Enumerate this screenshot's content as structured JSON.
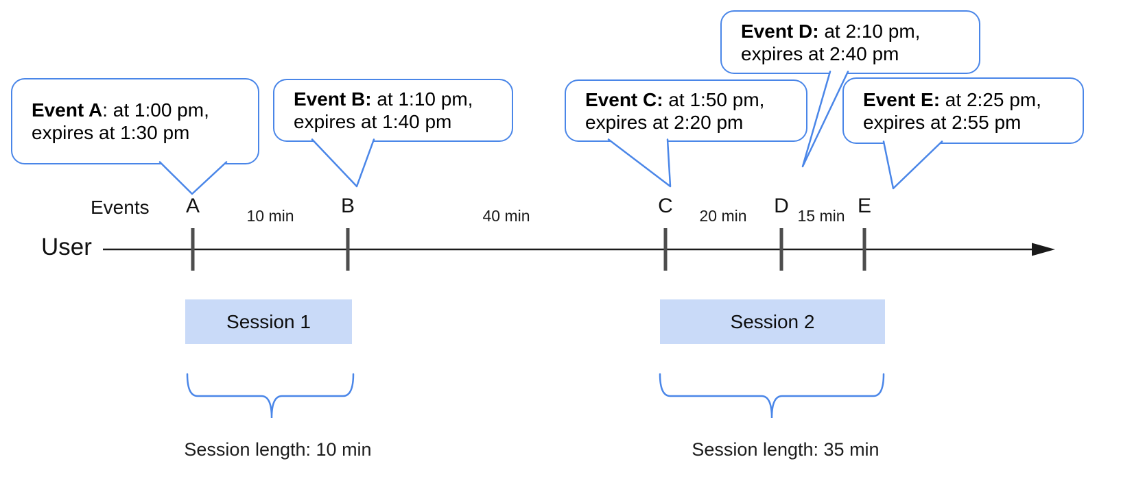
{
  "colors": {
    "blue": "#4a86e8",
    "session_fill": "#c9daf8",
    "tick": "#4d4d4d",
    "axis": "#1a1a1a"
  },
  "axis": {
    "events_label": "Events",
    "user_label": "User"
  },
  "bubbles": [
    {
      "name": "Event A",
      "rest": ": at 1:00 pm,\nexpires at 1:30 pm"
    },
    {
      "name": "Event B:",
      "rest": " at 1:10 pm,\nexpires at 1:40 pm"
    },
    {
      "name": "Event C:",
      "rest": " at 1:50 pm,\nexpires at 2:20 pm"
    },
    {
      "name": "Event D:",
      "rest": " at 2:10 pm,\nexpires at 2:40 pm"
    },
    {
      "name": "Event E:",
      "rest": " at 2:25 pm,\nexpires at 2:55 pm"
    }
  ],
  "ticks": [
    {
      "label": "A"
    },
    {
      "label": "B"
    },
    {
      "label": "C"
    },
    {
      "label": "D"
    },
    {
      "label": "E"
    }
  ],
  "intervals": [
    {
      "label": "10 min"
    },
    {
      "label": "40 min"
    },
    {
      "label": "20 min"
    },
    {
      "label": "15 min"
    }
  ],
  "sessions": [
    {
      "label": "Session 1",
      "length_label": "Session length: 10 min"
    },
    {
      "label": "Session 2",
      "length_label": "Session length: 35 min"
    }
  ]
}
